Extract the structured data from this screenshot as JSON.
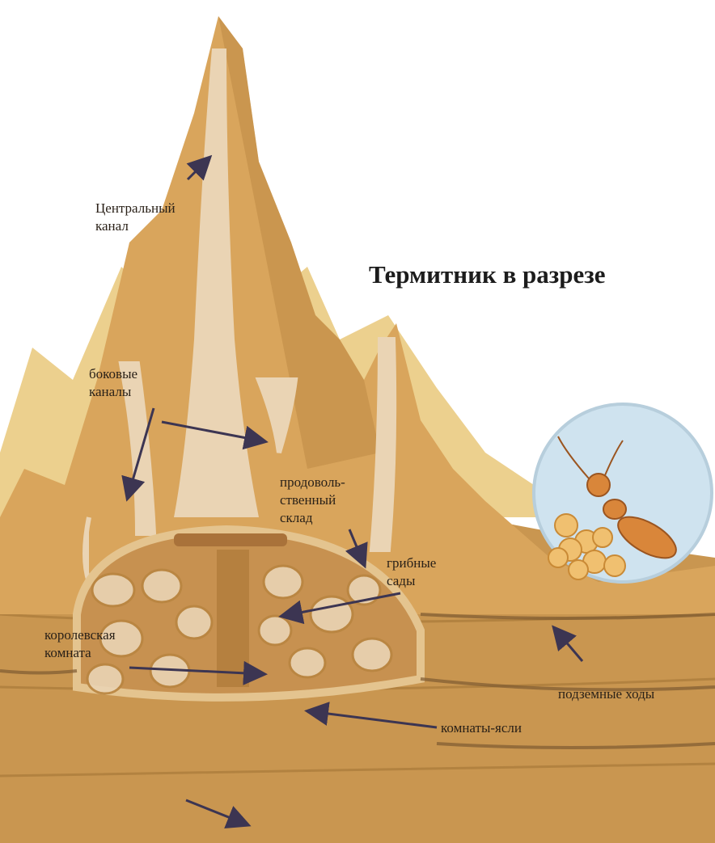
{
  "title": "Термитник в разрезе",
  "labels": {
    "central_channel": [
      "Центральный",
      "канал"
    ],
    "side_channels": [
      "боковые",
      "каналы"
    ],
    "food_store": [
      "продоволь-",
      "ственный",
      "склад"
    ],
    "fungus_gardens": [
      "грибные",
      "сады"
    ],
    "royal_chamber": [
      "королевская",
      "комната"
    ],
    "underground_passages": "подземные ходы",
    "nursery_chambers": "комнаты-ясли"
  },
  "colors": {
    "mound": "#d9a55c",
    "mound_shadow": "#b98541",
    "channel": "#ead4b4",
    "soil": "#c99650",
    "lens": "#cfe3ef",
    "arrow": "#3c3552",
    "text": "#2a2118"
  },
  "icons": [
    "termite-icon",
    "magnifier-lens-icon"
  ]
}
